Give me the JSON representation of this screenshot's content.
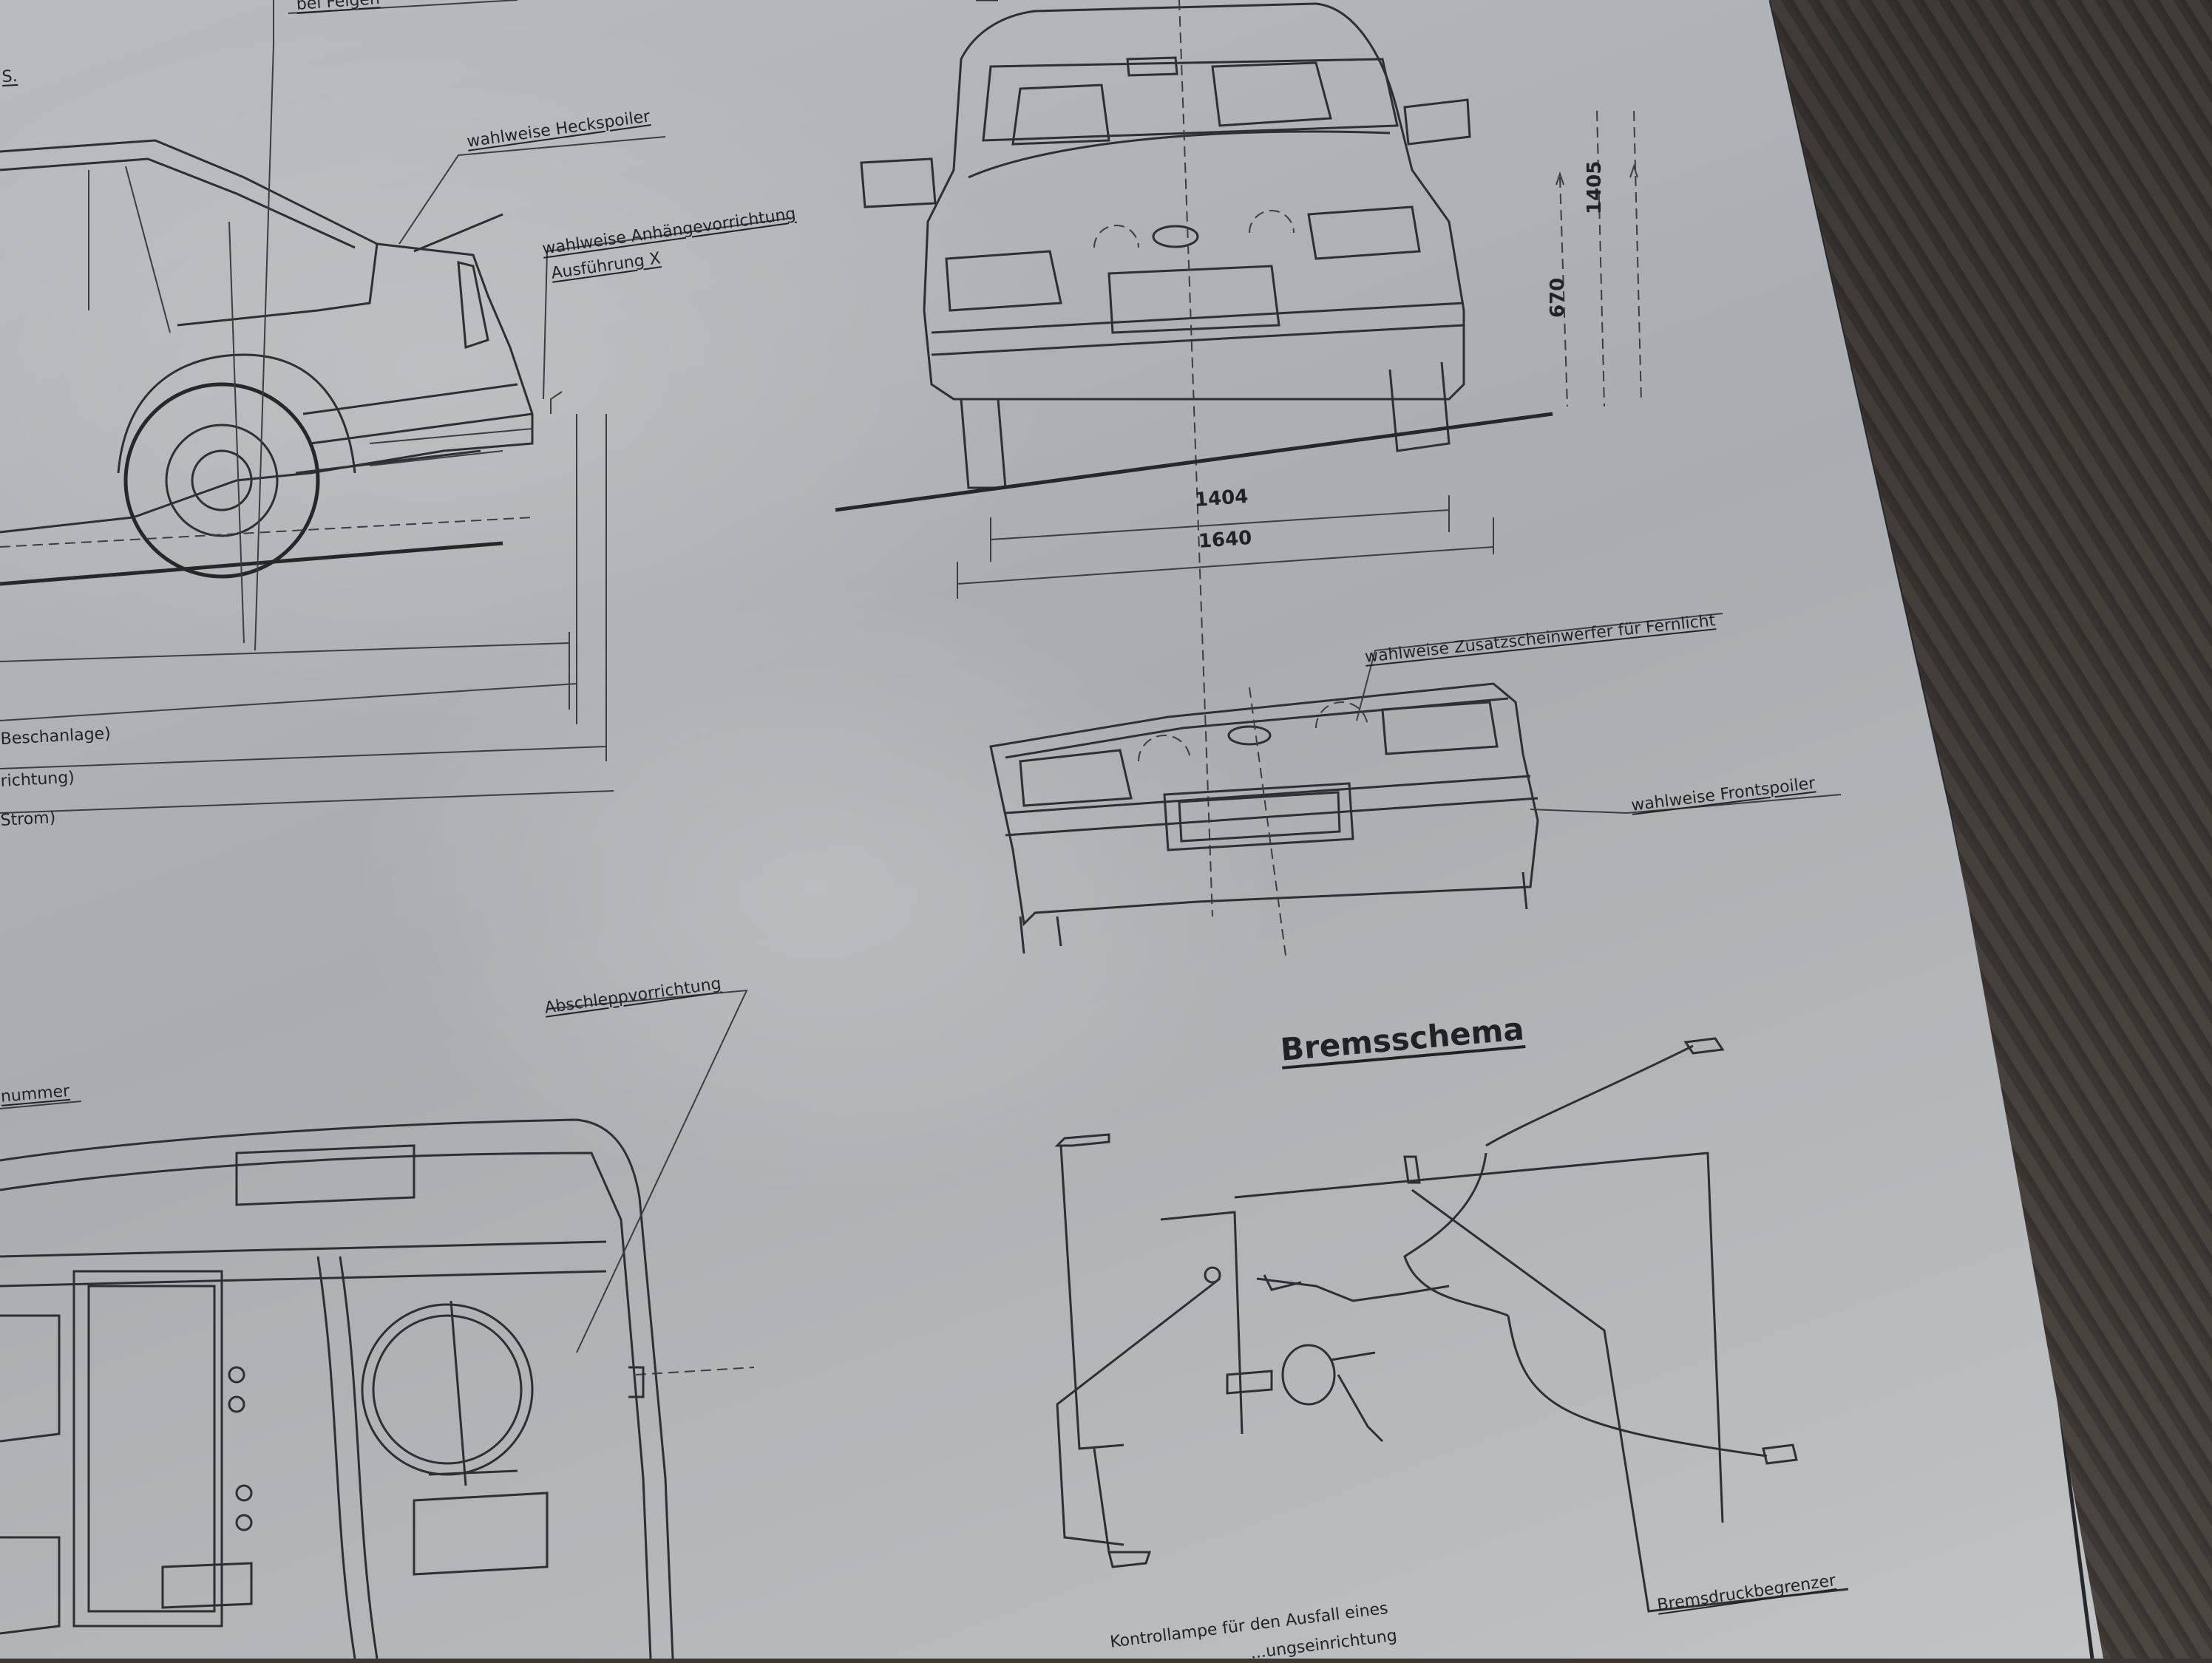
{
  "labels": {
    "top_note": "bei Felgen",
    "section_fragment": "S.",
    "heckspoiler": "wahlweise Heckspoiler",
    "anhaenger_1": "wahlweise Anhängevorrichtung",
    "anhaenger_2": "Ausführung X",
    "left_1": "Beschanlage)",
    "left_2": "richtung)",
    "left_3": "Strom)",
    "nummer": "nummer",
    "abschlepp": "Abschleppvorrichtung",
    "zusatzscheinwerfer": "wahlweise Zusatzscheinwerfer für Fernlicht",
    "frontspoiler": "wahlweise Frontspoiler",
    "bremsschema": "Bremsschema",
    "bremsdruck": "Bremsdruckbegrenzer",
    "kontroll_1": "Kontrollampe für den Ausfall eines",
    "kontroll_2": "...ungseinrichtung"
  },
  "dimensions": {
    "height_total": "1405",
    "height_lower": "670",
    "track": "1404",
    "width": "1640"
  }
}
